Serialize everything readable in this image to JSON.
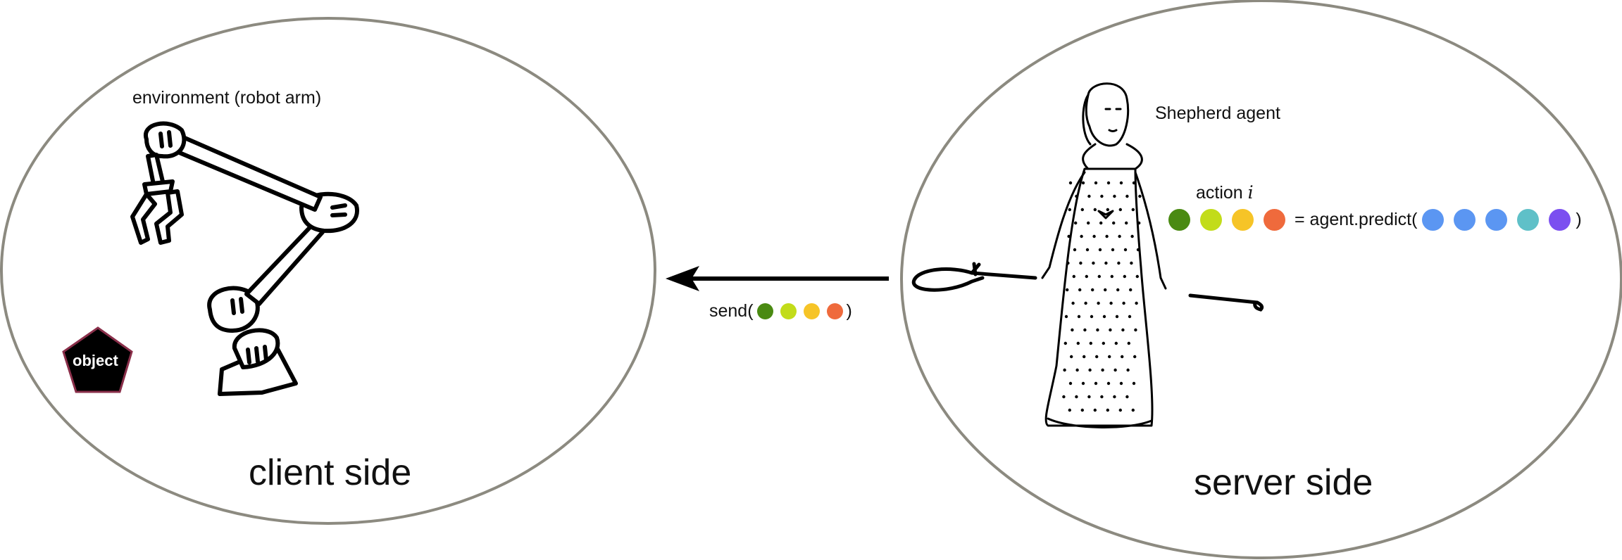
{
  "client": {
    "side_label": "client side",
    "env_label": "environment (robot arm)",
    "object_label": "object"
  },
  "server": {
    "side_label": "server side",
    "agent_label": "Shepherd agent",
    "action_label": "action",
    "action_index": "i",
    "predict_text": "= agent.predict(",
    "predict_close": ")",
    "action_colors": [
      "#4a8a12",
      "#c2dc1a",
      "#f6c427",
      "#ef6a3c"
    ],
    "observation_colors": [
      "#5b96f2",
      "#5b96f2",
      "#5b96f2",
      "#5fc0c8",
      "#7b4ff0"
    ]
  },
  "message": {
    "send_text": "send(",
    "send_close": ")",
    "colors": [
      "#4a8a12",
      "#c2dc1a",
      "#f6c427",
      "#ef6a3c"
    ]
  },
  "colors": {
    "ellipse_stroke": "#8c8a80",
    "object_fill": "#000000",
    "object_stroke": "#8a2f4a"
  }
}
